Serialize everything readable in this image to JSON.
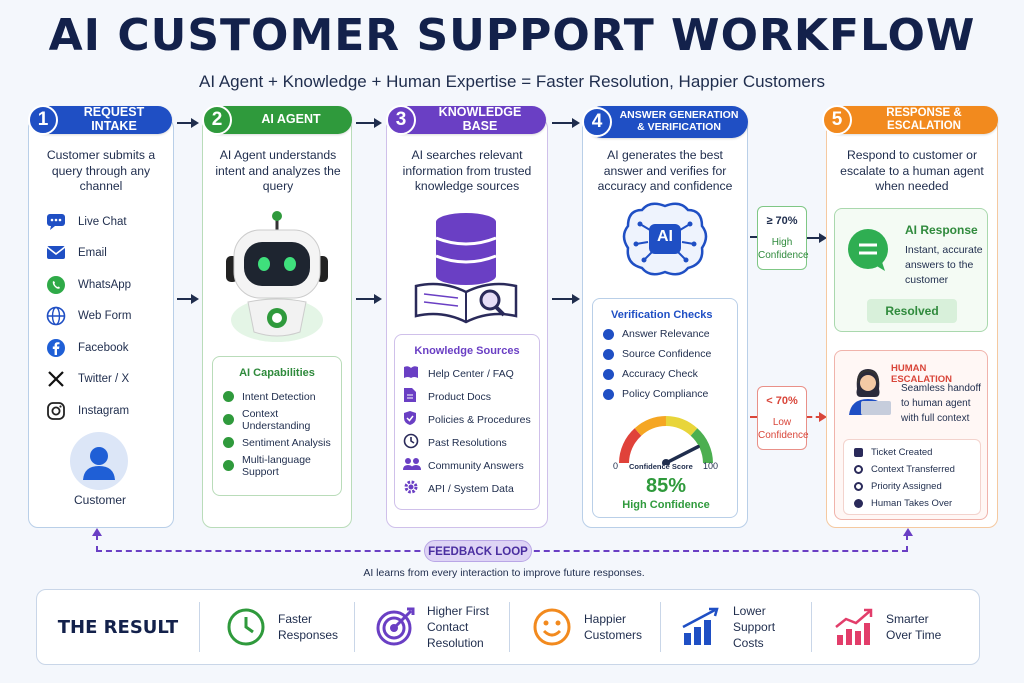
{
  "title": "AI CUSTOMER SUPPORT WORKFLOW",
  "subtitle": "AI Agent + Knowledge + Human Expertise = Faster Resolution, Happier Customers",
  "colors": {
    "blue": "#1f4fc4",
    "green": "#2f9a3c",
    "purple": "#6a3fc4",
    "orange": "#f28a1e",
    "red": "#d9463a"
  },
  "steps": [
    {
      "num": "1",
      "label": "REQUEST INTAKE",
      "desc": "Customer submits a query through any channel",
      "channels": [
        "Live Chat",
        "Email",
        "WhatsApp",
        "Web Form",
        "Facebook",
        "Twitter / X",
        "Instagram"
      ],
      "customer_label": "Customer"
    },
    {
      "num": "2",
      "label": "AI AGENT",
      "desc": "AI Agent understands intent and analyzes the query",
      "capabilities_title": "AI Capabilities",
      "capabilities": [
        "Intent Detection",
        "Context Understanding",
        "Sentiment Analysis",
        "Multi-language Support"
      ]
    },
    {
      "num": "3",
      "label": "KNOWLEDGE BASE",
      "desc": "AI searches relevant information from trusted knowledge sources",
      "sources_title": "Knowledge Sources",
      "sources": [
        "Help Center / FAQ",
        "Product Docs",
        "Policies & Procedures",
        "Past Resolutions",
        "Community Answers",
        "API / System Data"
      ]
    },
    {
      "num": "4",
      "label_line1": "ANSWER GENERATION",
      "label_line2": "& VERIFICATION",
      "desc": "AI generates the best answer and verifies for accuracy and confidence",
      "ai_label": "AI",
      "checks_title": "Verification Checks",
      "checks": [
        "Answer Relevance",
        "Source Confidence",
        "Accuracy Check",
        "Policy Compliance"
      ],
      "gauge_min": "0",
      "gauge_max": "100",
      "gauge_label": "Confidence Score",
      "confidence_value": 85,
      "confidence_text": "85%",
      "confidence_caption": "High Confidence"
    },
    {
      "num": "5",
      "label": "RESPONSE & ESCALATION",
      "desc": "Respond to customer or escalate to a human agent when needed",
      "ai_response_title": "AI Response",
      "ai_response_desc": "Instant, accurate answers to the customer",
      "resolved": "Resolved",
      "human_title": "HUMAN ESCALATION",
      "human_desc": "Seamless handoff to human agent with full context",
      "human_steps": [
        "Ticket Created",
        "Context Transferred",
        "Priority Assigned",
        "Human Takes Over"
      ]
    }
  ],
  "branch_high": {
    "threshold": "≥ 70%",
    "line1": "High",
    "line2": "Confidence"
  },
  "branch_low": {
    "threshold": "< 70%",
    "line1": "Low",
    "line2": "Confidence"
  },
  "feedback": {
    "label": "FEEDBACK LOOP",
    "desc": "AI learns from every interaction to improve future responses."
  },
  "result": {
    "title": "THE RESULT",
    "items": [
      {
        "line1": "Faster",
        "line2": "Responses",
        "line3": ""
      },
      {
        "line1": "Higher First",
        "line2": "Contact",
        "line3": "Resolution"
      },
      {
        "line1": "Happier",
        "line2": "Customers",
        "line3": ""
      },
      {
        "line1": "Lower",
        "line2": "Support",
        "line3": "Costs"
      },
      {
        "line1": "Smarter",
        "line2": "Over Time",
        "line3": ""
      }
    ]
  }
}
